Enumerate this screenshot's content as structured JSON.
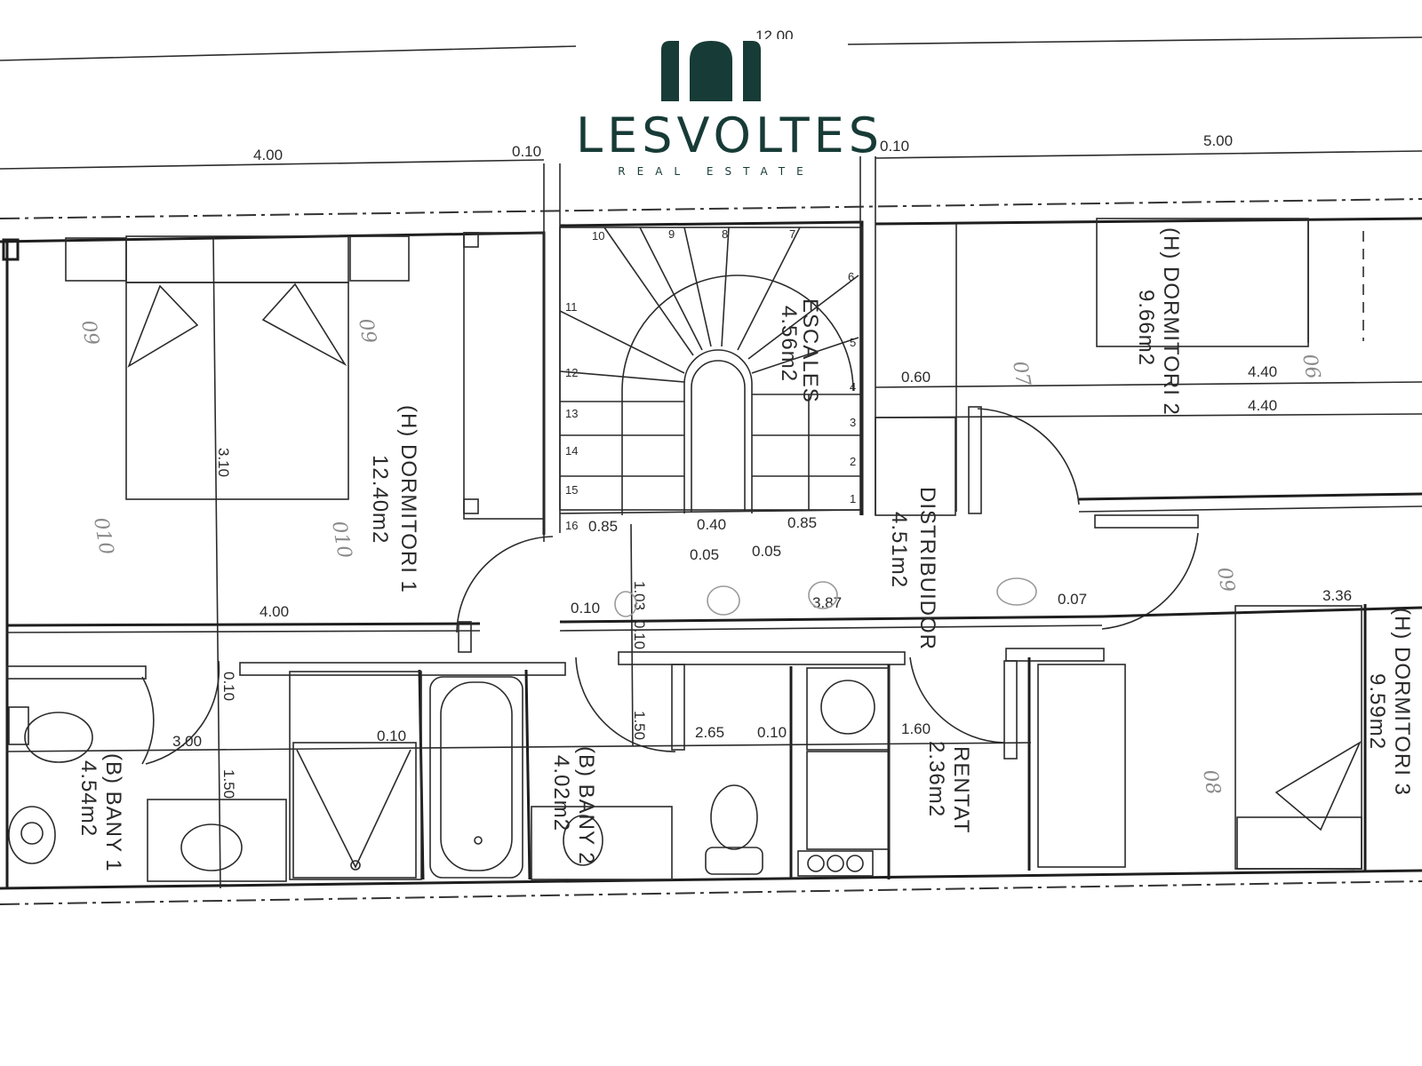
{
  "brand": {
    "name": "LESVOLTES",
    "tagline": "REAL ESTATE",
    "color": "#173b36"
  },
  "rooms": {
    "dormitori1": {
      "name": "(H) DORMITORI 1",
      "area": "12.40m2"
    },
    "escales": {
      "name": "ESCALES",
      "area": "4.56m2"
    },
    "dormitori2": {
      "name": "(H) DORMITORI 2",
      "area": "9.66m2"
    },
    "distribuidor": {
      "name": "DISTRIBUIDOR",
      "area": "4.51m2"
    },
    "dormitori3": {
      "name": "(H) DORMITORI 3",
      "area": "9.59m2"
    },
    "bany1": {
      "name": "(B) BANY 1",
      "area": "4.54m2"
    },
    "bany2": {
      "name": "(B) BANY 2",
      "area": "4.02m2"
    },
    "rentat": {
      "name": "RENTAT",
      "area": "2.36m2"
    }
  },
  "dimensions": {
    "top_total": "12.00",
    "top_left": "4.00",
    "top_gap_left": "0.10",
    "top_gap_right": "0.10",
    "top_right": "5.00",
    "d_060": "0.60",
    "d_440a": "4.40",
    "d_440b": "4.40",
    "d_310": "3.10",
    "d_085a": "0.85",
    "d_040": "0.40",
    "d_085b": "0.85",
    "d_005a": "0.05",
    "d_005b": "0.05",
    "d_103": "1.03",
    "d_010v": "0.10",
    "d_400": "4.00",
    "d_010a": "0.10",
    "d_387": "3.87",
    "d_007": "0.07",
    "d_336": "3.36",
    "d_010b": "0.10",
    "d_300": "3.00",
    "d_010c": "0.10",
    "d_150a": "1.50",
    "d_150b": "1.50",
    "d_265": "2.65",
    "d_010d": "0.10",
    "d_160": "1.60"
  },
  "stair_steps": [
    "1",
    "2",
    "3",
    "4",
    "5",
    "6",
    "7",
    "8",
    "9",
    "10",
    "11",
    "12",
    "13",
    "14",
    "15",
    "16"
  ],
  "pencil_marks": [
    "09",
    "09",
    "010",
    "010",
    "07",
    "06",
    "09",
    "08"
  ]
}
